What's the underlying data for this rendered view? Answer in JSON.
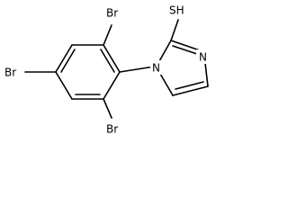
{
  "atoms": {
    "br_top": "Br",
    "br_left": "Br",
    "br_bottom": "Br",
    "n1": "N",
    "n3": "N",
    "sh": "SH"
  },
  "colors": {
    "bond": "#000000",
    "text": "#000000",
    "background": "#ffffff"
  }
}
